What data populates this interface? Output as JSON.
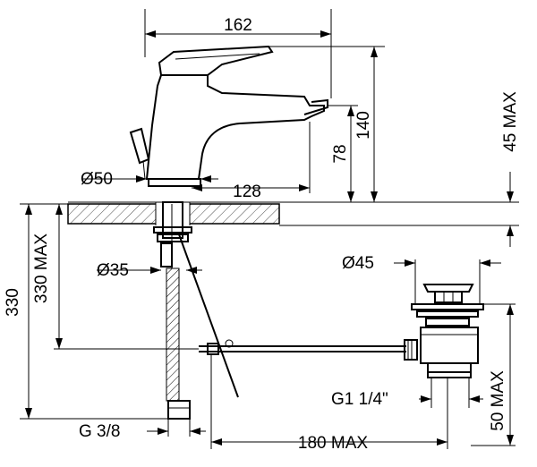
{
  "dimensions": {
    "width_total": "162",
    "height_total": "140",
    "spout_height": "78",
    "max_top": "45 MAX",
    "spout_reach": "128",
    "body_diameter": "Ø50",
    "hole_diameter": "Ø35",
    "hose_length": "330",
    "hose_length_max": "330 MAX",
    "waste_diameter": "Ø45",
    "waste_thread": "G1 1/4\"",
    "pull_rod_max": "180 MAX",
    "waste_height_max": "50 MAX",
    "hose_thread": "G 3/8"
  }
}
